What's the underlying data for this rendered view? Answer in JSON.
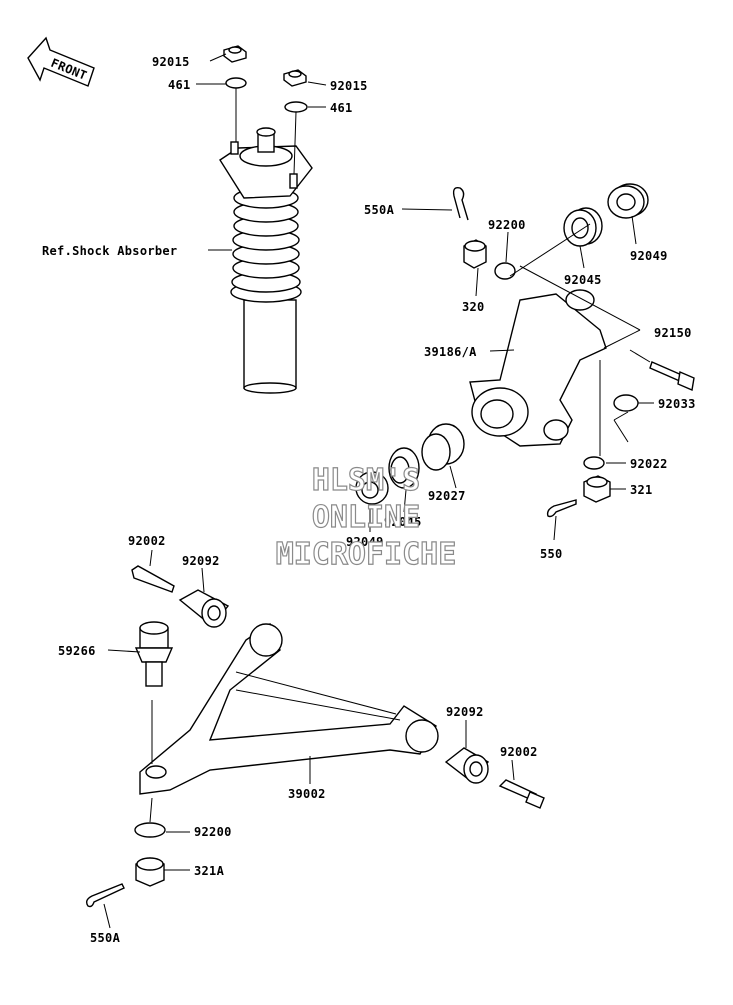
{
  "front_label": "FRONT",
  "callouts": {
    "n92015_a": "92015",
    "n461_a": "461",
    "n92015_b": "92015",
    "n461_b": "461",
    "shock": "Ref.Shock Absorber",
    "n550A_top": "550A",
    "n92200_top": "92200",
    "n320": "320",
    "n92045_top": "92045",
    "n92049_top": "92049",
    "n39186A": "39186/A",
    "n92150": "92150",
    "n92033": "92033",
    "n92022": "92022",
    "n321": "321",
    "n550": "550",
    "n92027": "92027",
    "n92045_bot": "92045",
    "n92049_bot": "92049",
    "n92002_a": "92002",
    "n92092_a": "92092",
    "n59266": "59266",
    "n39002": "39002",
    "n92092_b": "92092",
    "n92002_b": "92002",
    "n92200_bot": "92200",
    "n321A": "321A",
    "n550A_bot": "550A"
  },
  "watermark": {
    "line1": "HLSM'S",
    "line2": "ONLINE",
    "line3": "MICROFICHE"
  }
}
